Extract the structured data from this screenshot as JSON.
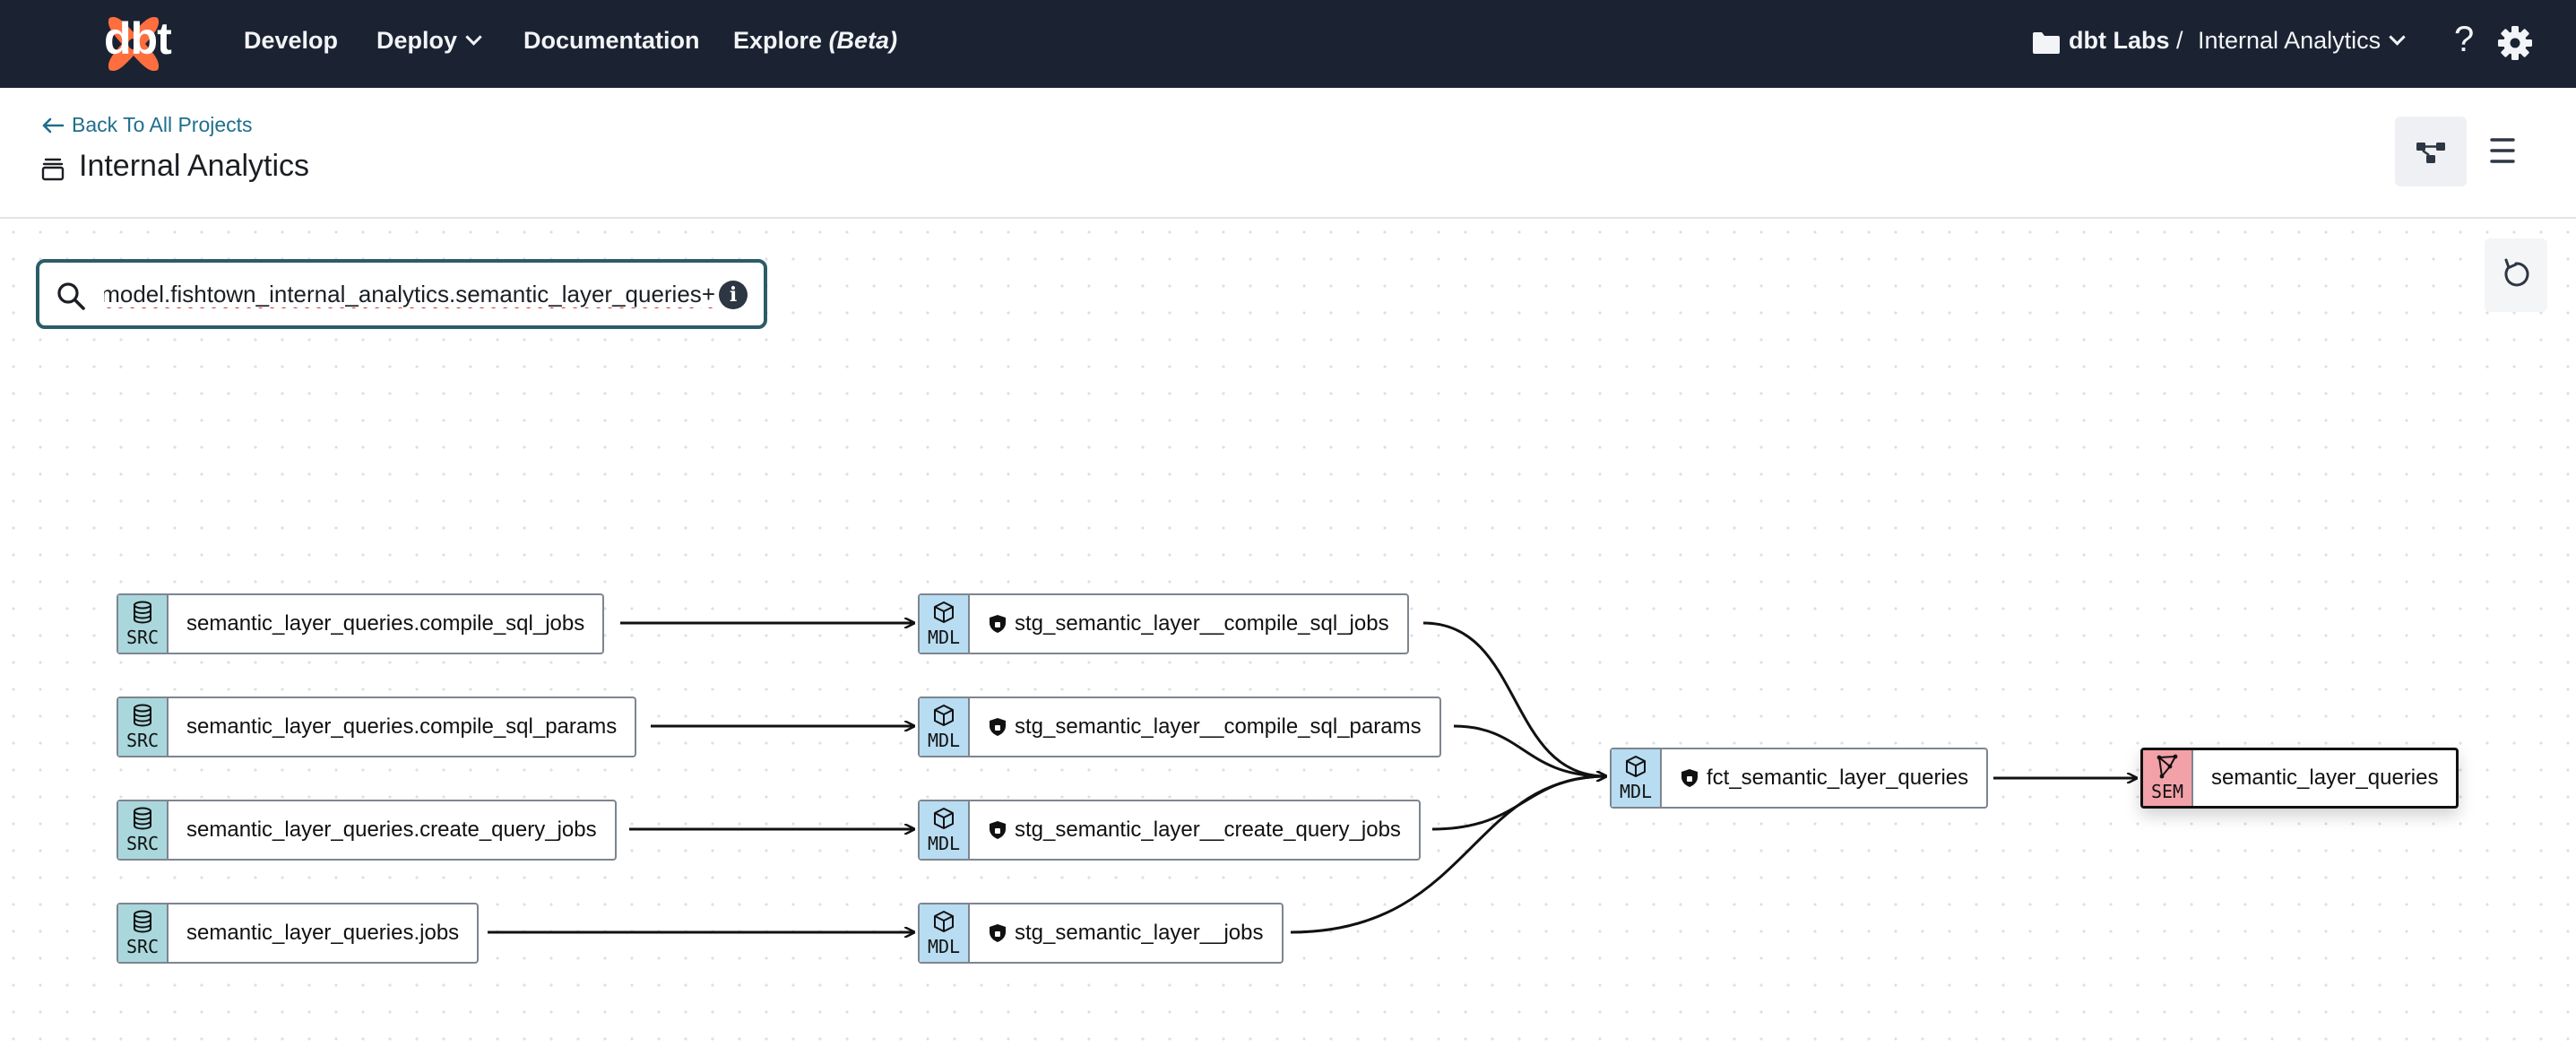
{
  "nav": {
    "logo_text": "dbt",
    "items": [
      "Develop",
      "Deploy",
      "Documentation",
      "Explore"
    ],
    "explore_suffix": "(Beta)",
    "account": "dbt Labs",
    "separator": "/",
    "project": "Internal Analytics",
    "help": "?"
  },
  "header": {
    "back_label": "Back To All Projects",
    "title": "Internal Analytics"
  },
  "search": {
    "value": "+model.fishtown_internal_analytics.semantic_layer_queries",
    "info": "i"
  },
  "colors": {
    "nav_bg": "#1b2332",
    "logo_orange": "#fe6e3f",
    "src_badge": "#a9d7dc",
    "mdl_badge": "#b8dcf1",
    "sem_badge": "#f2a1a9",
    "link": "#1f6f8b",
    "search_border": "#2b5d68"
  },
  "dag": {
    "sources": [
      {
        "badge": "SRC",
        "label": "semantic_layer_queries.compile_sql_jobs"
      },
      {
        "badge": "SRC",
        "label": "semantic_layer_queries.compile_sql_params"
      },
      {
        "badge": "SRC",
        "label": "semantic_layer_queries.create_query_jobs"
      },
      {
        "badge": "SRC",
        "label": "semantic_layer_queries.jobs"
      }
    ],
    "staging": [
      {
        "badge": "MDL",
        "label": "stg_semantic_layer__compile_sql_jobs"
      },
      {
        "badge": "MDL",
        "label": "stg_semantic_layer__compile_sql_params"
      },
      {
        "badge": "MDL",
        "label": "stg_semantic_layer__create_query_jobs"
      },
      {
        "badge": "MDL",
        "label": "stg_semantic_layer__jobs"
      }
    ],
    "fact": {
      "badge": "MDL",
      "label": "fct_semantic_layer_queries"
    },
    "semantic": {
      "badge": "SEM",
      "label": "semantic_layer_queries"
    }
  },
  "icons": {
    "logo": "dbt-logo-icon",
    "deploy_dropdown": "chevron-down-icon",
    "account": "folder-icon",
    "project_dropdown": "chevron-down-icon",
    "help": "help-icon",
    "settings": "gear-icon",
    "back": "arrow-left-icon",
    "project": "project-icon",
    "lineage": "lineage-icon",
    "menu": "hamburger-menu-icon",
    "search": "search-icon",
    "reset": "reset-icon",
    "source": "database-icon",
    "model": "cube-icon",
    "semantic": "semantic-model-icon",
    "access": "shield-lock-icon"
  }
}
